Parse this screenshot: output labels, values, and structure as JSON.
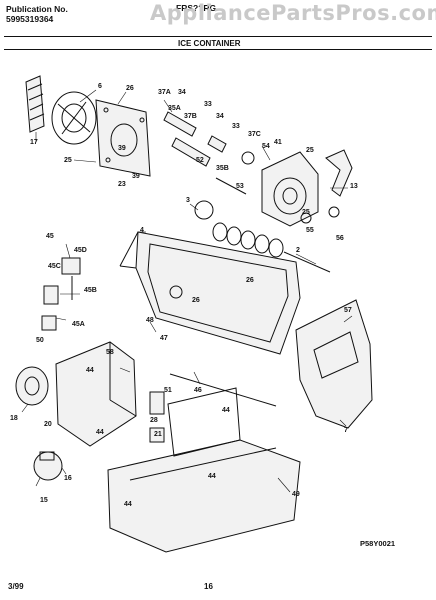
{
  "header": {
    "publication_label": "Publication No.",
    "publication_number": "5995319364",
    "model": "FRS??RG",
    "watermark": "AppliancePartsPros.com",
    "section_title": "ICE CONTAINER"
  },
  "footer": {
    "date": "3/99",
    "page_number": "16",
    "diagram_id": "P58Y0021"
  },
  "callouts": [
    "6",
    "26",
    "17",
    "25",
    "39",
    "23",
    "39",
    "37A",
    "34",
    "35A",
    "33",
    "37B",
    "34",
    "33",
    "37C",
    "41",
    "25",
    "25",
    "55",
    "56",
    "13",
    "52",
    "54",
    "53",
    "35B",
    "3",
    "2",
    "4",
    "26",
    "26",
    "45",
    "45D",
    "45C",
    "45B",
    "45A",
    "50",
    "48",
    "47",
    "58",
    "44",
    "46",
    "51",
    "18",
    "20",
    "44",
    "28",
    "44",
    "21",
    "44",
    "49",
    "16",
    "15",
    "57",
    "7",
    "44"
  ]
}
